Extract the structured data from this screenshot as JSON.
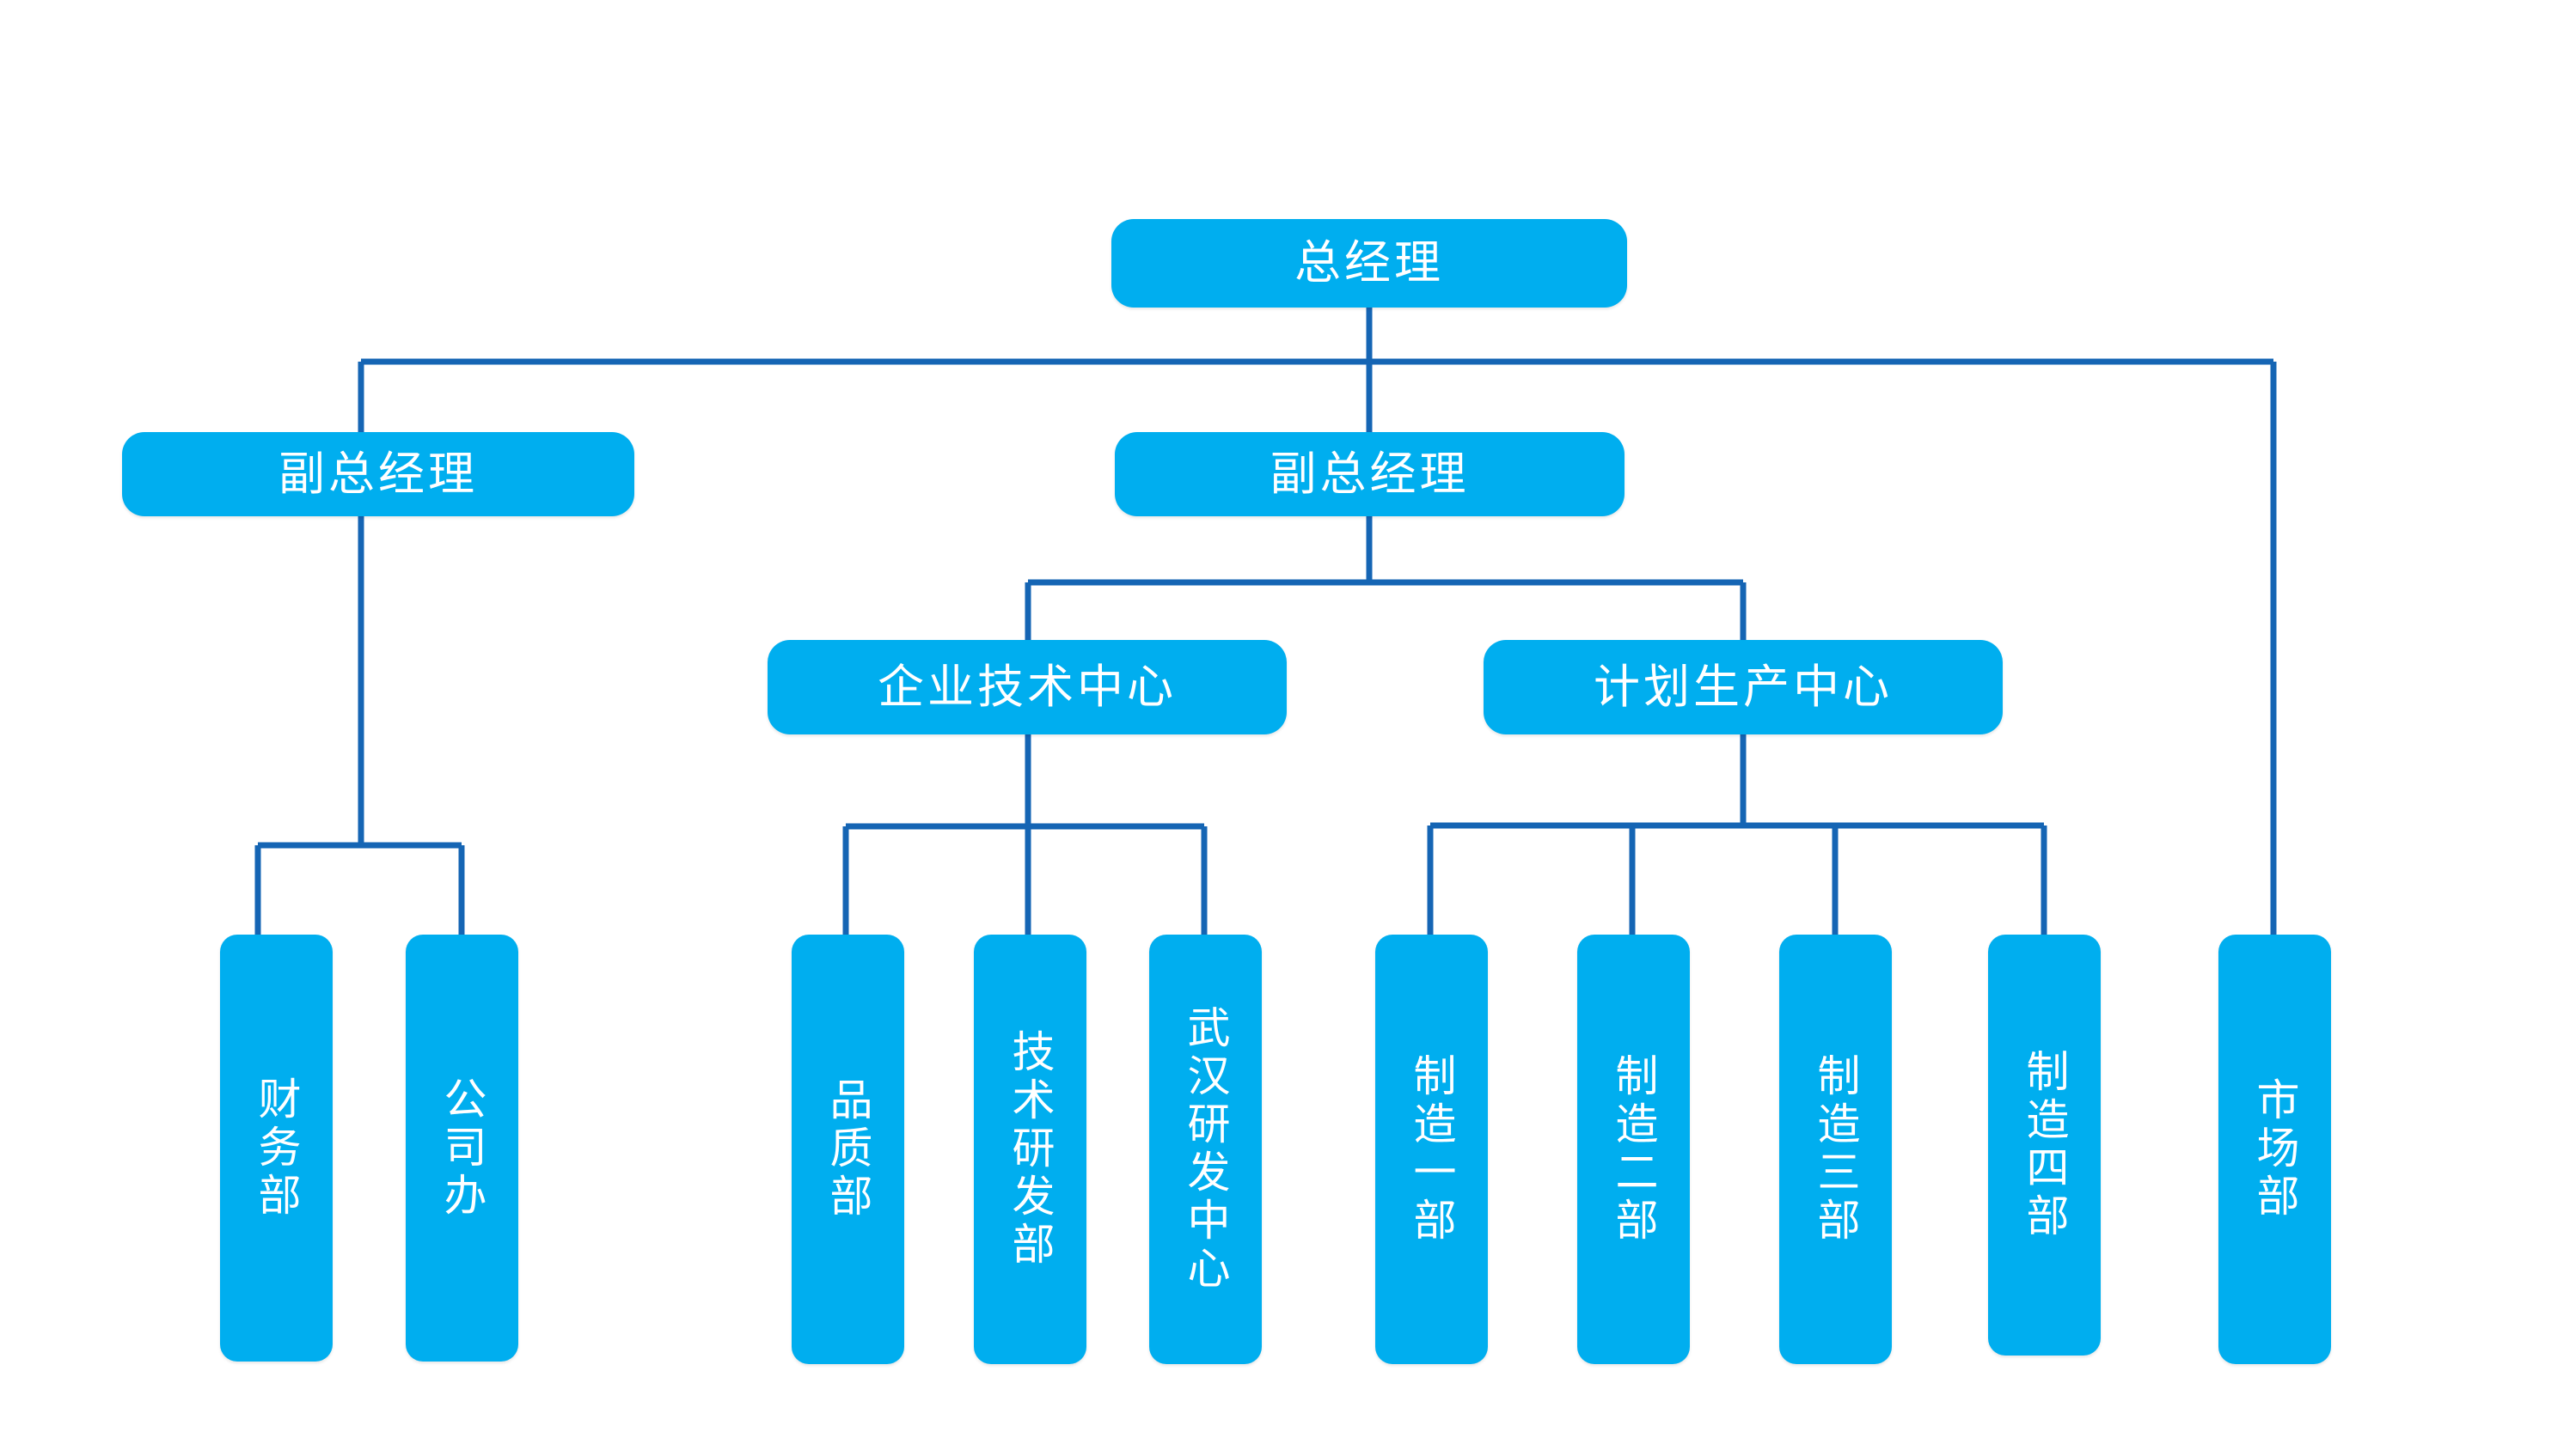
{
  "chart_data": {
    "type": "diagram",
    "diagram_kind": "organization-chart",
    "title": "",
    "orientation": "top-down",
    "node_fill_color": "#00AEEF",
    "node_text_color": "#FFFFFF",
    "connector_color": "#1565B4",
    "background_color": "#FFFFFF",
    "levels": 4,
    "node_count": 16,
    "nodes": [
      {
        "id": "gm",
        "label": "总经理",
        "level": 1,
        "orientation": "horizontal",
        "parent": null
      },
      {
        "id": "dgm-left",
        "label": "副总经理",
        "level": 2,
        "orientation": "horizontal",
        "parent": "gm"
      },
      {
        "id": "dgm-mid",
        "label": "副总经理",
        "level": 2,
        "orientation": "horizontal",
        "parent": "gm"
      },
      {
        "id": "tech-ctr",
        "label": "企业技术中心",
        "level": 3,
        "orientation": "horizontal",
        "parent": "dgm-mid"
      },
      {
        "id": "plan-ctr",
        "label": "计划生产中心",
        "level": 3,
        "orientation": "horizontal",
        "parent": "dgm-mid"
      },
      {
        "id": "finance",
        "label": "财务部",
        "level": 4,
        "orientation": "vertical",
        "parent": "dgm-left"
      },
      {
        "id": "office",
        "label": "公司办",
        "level": 4,
        "orientation": "vertical",
        "parent": "dgm-left"
      },
      {
        "id": "quality",
        "label": "品质部",
        "level": 4,
        "orientation": "vertical",
        "parent": "tech-ctr"
      },
      {
        "id": "rnd",
        "label": "技术研发部",
        "level": 4,
        "orientation": "vertical",
        "parent": "tech-ctr"
      },
      {
        "id": "wuhan",
        "label": "武汉研发中心",
        "level": 4,
        "orientation": "vertical",
        "parent": "tech-ctr"
      },
      {
        "id": "mfg1",
        "label": "制造一部",
        "level": 4,
        "orientation": "vertical",
        "parent": "plan-ctr"
      },
      {
        "id": "mfg2",
        "label": "制造二部",
        "level": 4,
        "orientation": "vertical",
        "parent": "plan-ctr"
      },
      {
        "id": "mfg3",
        "label": "制造三部",
        "level": 4,
        "orientation": "vertical",
        "parent": "plan-ctr"
      },
      {
        "id": "mfg4",
        "label": "制造四部",
        "level": 4,
        "orientation": "vertical",
        "parent": "plan-ctr"
      },
      {
        "id": "market",
        "label": "市场部",
        "level": 4,
        "orientation": "vertical",
        "parent": "gm"
      }
    ]
  },
  "nodes": {
    "gm": {
      "label": "总经理"
    },
    "dgm_left": {
      "label": "副总经理"
    },
    "dgm_mid": {
      "label": "副总经理"
    },
    "tech_ctr": {
      "label": "企业技术中心"
    },
    "plan_ctr": {
      "label": "计划生产中心"
    },
    "finance": {
      "label": "财务部"
    },
    "office": {
      "label": "公司办"
    },
    "quality": {
      "label": "品质部"
    },
    "rnd": {
      "label": "技术研发部"
    },
    "wuhan": {
      "label": "武汉研发中心"
    },
    "mfg1": {
      "label": "制造一部"
    },
    "mfg2": {
      "label": "制造二部"
    },
    "mfg3": {
      "label": "制造三部"
    },
    "mfg4": {
      "label": "制造四部"
    },
    "market": {
      "label": "市场部"
    }
  },
  "colors": {
    "node_fill": "#00AEEF",
    "node_text": "#FFFFFF",
    "connector": "#1565B4",
    "background": "#FFFFFF"
  }
}
